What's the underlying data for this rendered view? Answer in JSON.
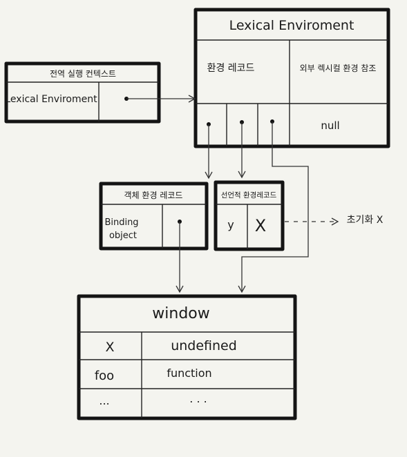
{
  "lexical_environment": {
    "title": "Lexical Enviroment",
    "env_record_label": "환경 레코드",
    "outer_ref_label": "외부 렉시컬 환경 참조",
    "outer_ref_value": "null"
  },
  "global_execution_context": {
    "title": "전역 실행 컨텍스트",
    "lexical_env_label": "Lexical Enviroment"
  },
  "object_env_record": {
    "title": "객체 환경 레코드",
    "label_line1": "Binding",
    "label_line2": "object"
  },
  "declarative_env_record": {
    "title": "선언적 환경레코드",
    "key": "y",
    "value": "X",
    "note": "초기화 X"
  },
  "window": {
    "title": "window",
    "rows": [
      {
        "key": "X",
        "value": "undefined"
      },
      {
        "key": "foo",
        "value": "function"
      },
      {
        "key": "...",
        "value": ". . ."
      }
    ]
  }
}
